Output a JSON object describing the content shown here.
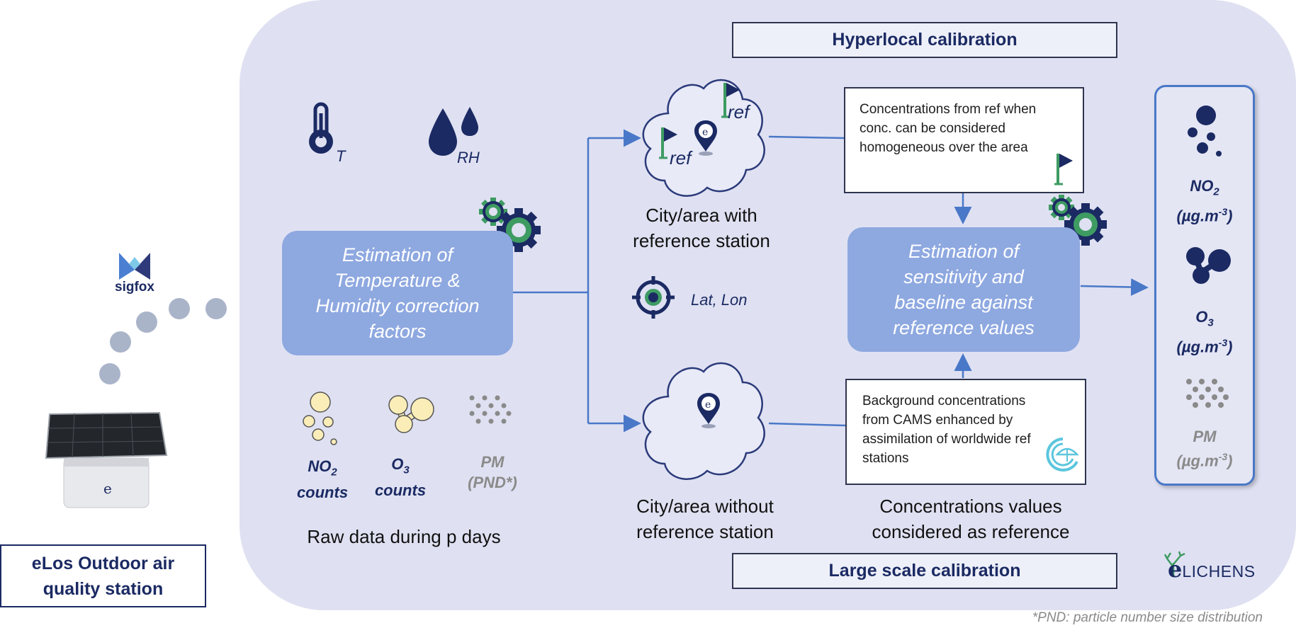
{
  "hyperlocal_label": "Hyperlocal calibration",
  "large_scale_label": "Large scale calibration",
  "station_label": "eLos Outdoor air quality station",
  "sigfox_label": "sigfox",
  "temp_label": "T",
  "rh_label": "RH",
  "correction_box": "Estimation of Temperature & Humidity correction factors",
  "raw_inputs": [
    {
      "main": "NO",
      "sub": "2",
      "second": "counts"
    },
    {
      "main": "O",
      "sub": "3",
      "second": "counts"
    },
    {
      "main": "PM",
      "sub": "",
      "second": "(PND*)"
    }
  ],
  "raw_data_caption": "Raw data during p days",
  "ref_label": "ref",
  "city_with_ref": "City/area with reference station",
  "latlon_label": "Lat, Lon",
  "city_without_ref": "City/area without reference station",
  "hyperlocal_note": "Concentrations from ref when conc. can be considered homogeneous over the area",
  "sensitivity_box": "Estimation of sensitivity and baseline against reference values",
  "background_note": "Background concentrations from CAMS enhanced by assimilation of worldwide ref stations",
  "reference_caption": "Concentrations values considered as reference",
  "outputs": [
    {
      "main": "NO",
      "sub": "2",
      "unit": "(µg.m",
      "exp": "-3",
      "close": ")"
    },
    {
      "main": "O",
      "sub": "3",
      "unit": "(µg.m",
      "exp": "-3",
      "close": ")"
    },
    {
      "main": "PM",
      "sub": "",
      "unit": "(µg.m",
      "exp": "-3",
      "close": ")"
    }
  ],
  "brand_e": "e",
  "brand_rest": "LICHENS",
  "footnote": "*PND: particle number size distribution",
  "colors": {
    "panel": "#dfe1f2",
    "box_blue": "#8ea8e0",
    "navy": "#1b2a63",
    "green": "#3e9b62",
    "arrow": "#4a78c8"
  }
}
